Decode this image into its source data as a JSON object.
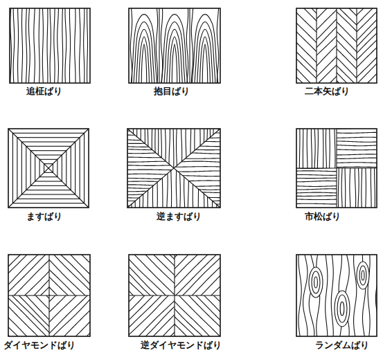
{
  "diagram": {
    "labels": [
      "追柾ばり",
      "抱目ばり",
      "二本矢ばり",
      "ますばり",
      "逆ますばり",
      "市松ばり",
      "ダイヤモンドばり",
      "逆ダイヤモンドばり",
      "ランダムばり"
    ]
  }
}
